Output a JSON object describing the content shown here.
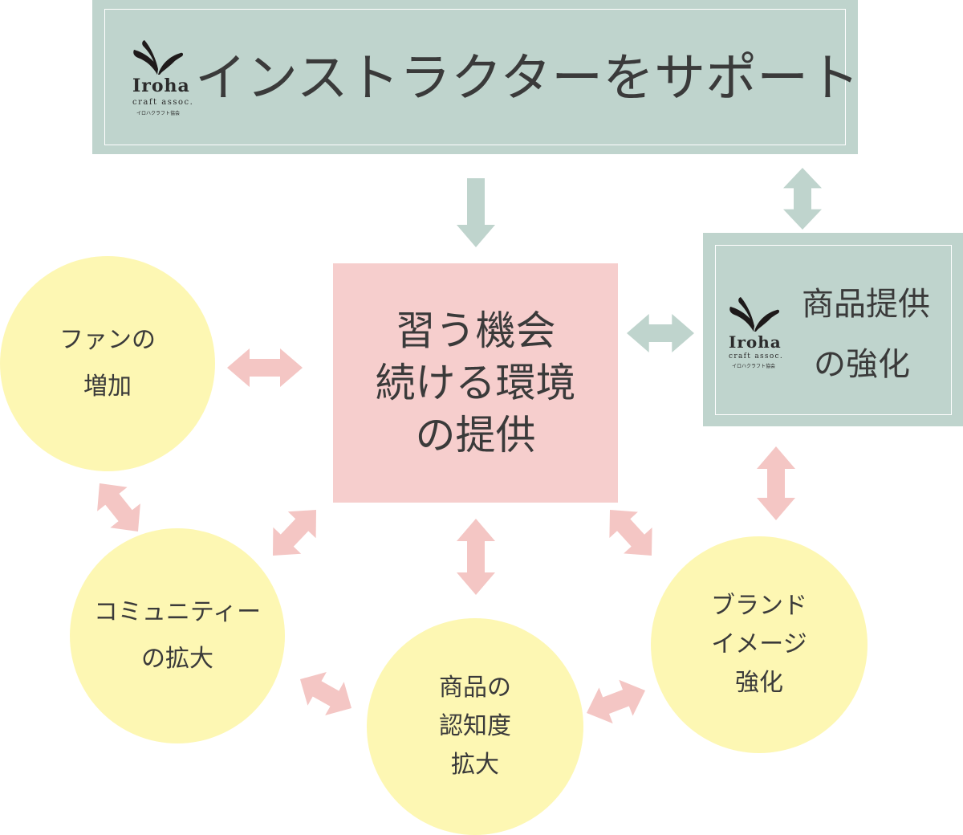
{
  "colors": {
    "panel": "#bfd4cd",
    "panel_arrow": "#bfd4cd",
    "center_box": "#f6cecd",
    "pink_arrow": "#f4c6c4",
    "circle": "#fdf7b3",
    "text": "#3a3a3a"
  },
  "logo": {
    "icon": "leaf-icon",
    "word": "Iroha",
    "sub": "craft assoc.",
    "tiny": "イロハクラフト協会"
  },
  "top_banner": {
    "title": "インストラクターをサポート"
  },
  "right_panel": {
    "line1": "商品提供",
    "line2": "の強化"
  },
  "center_box": {
    "line1": "習う機会",
    "line2": "続ける環境",
    "line3": "の提供"
  },
  "circles": {
    "fans": {
      "line1": "ファンの",
      "line2": "増加"
    },
    "community": {
      "line1": "コミュニティー",
      "line2": "の拡大"
    },
    "awareness": {
      "line1": "商品の",
      "line2": "認知度",
      "line3": "拡大"
    },
    "brand": {
      "line1": "ブランド",
      "line2": "イメージ",
      "line3": "強化"
    }
  }
}
